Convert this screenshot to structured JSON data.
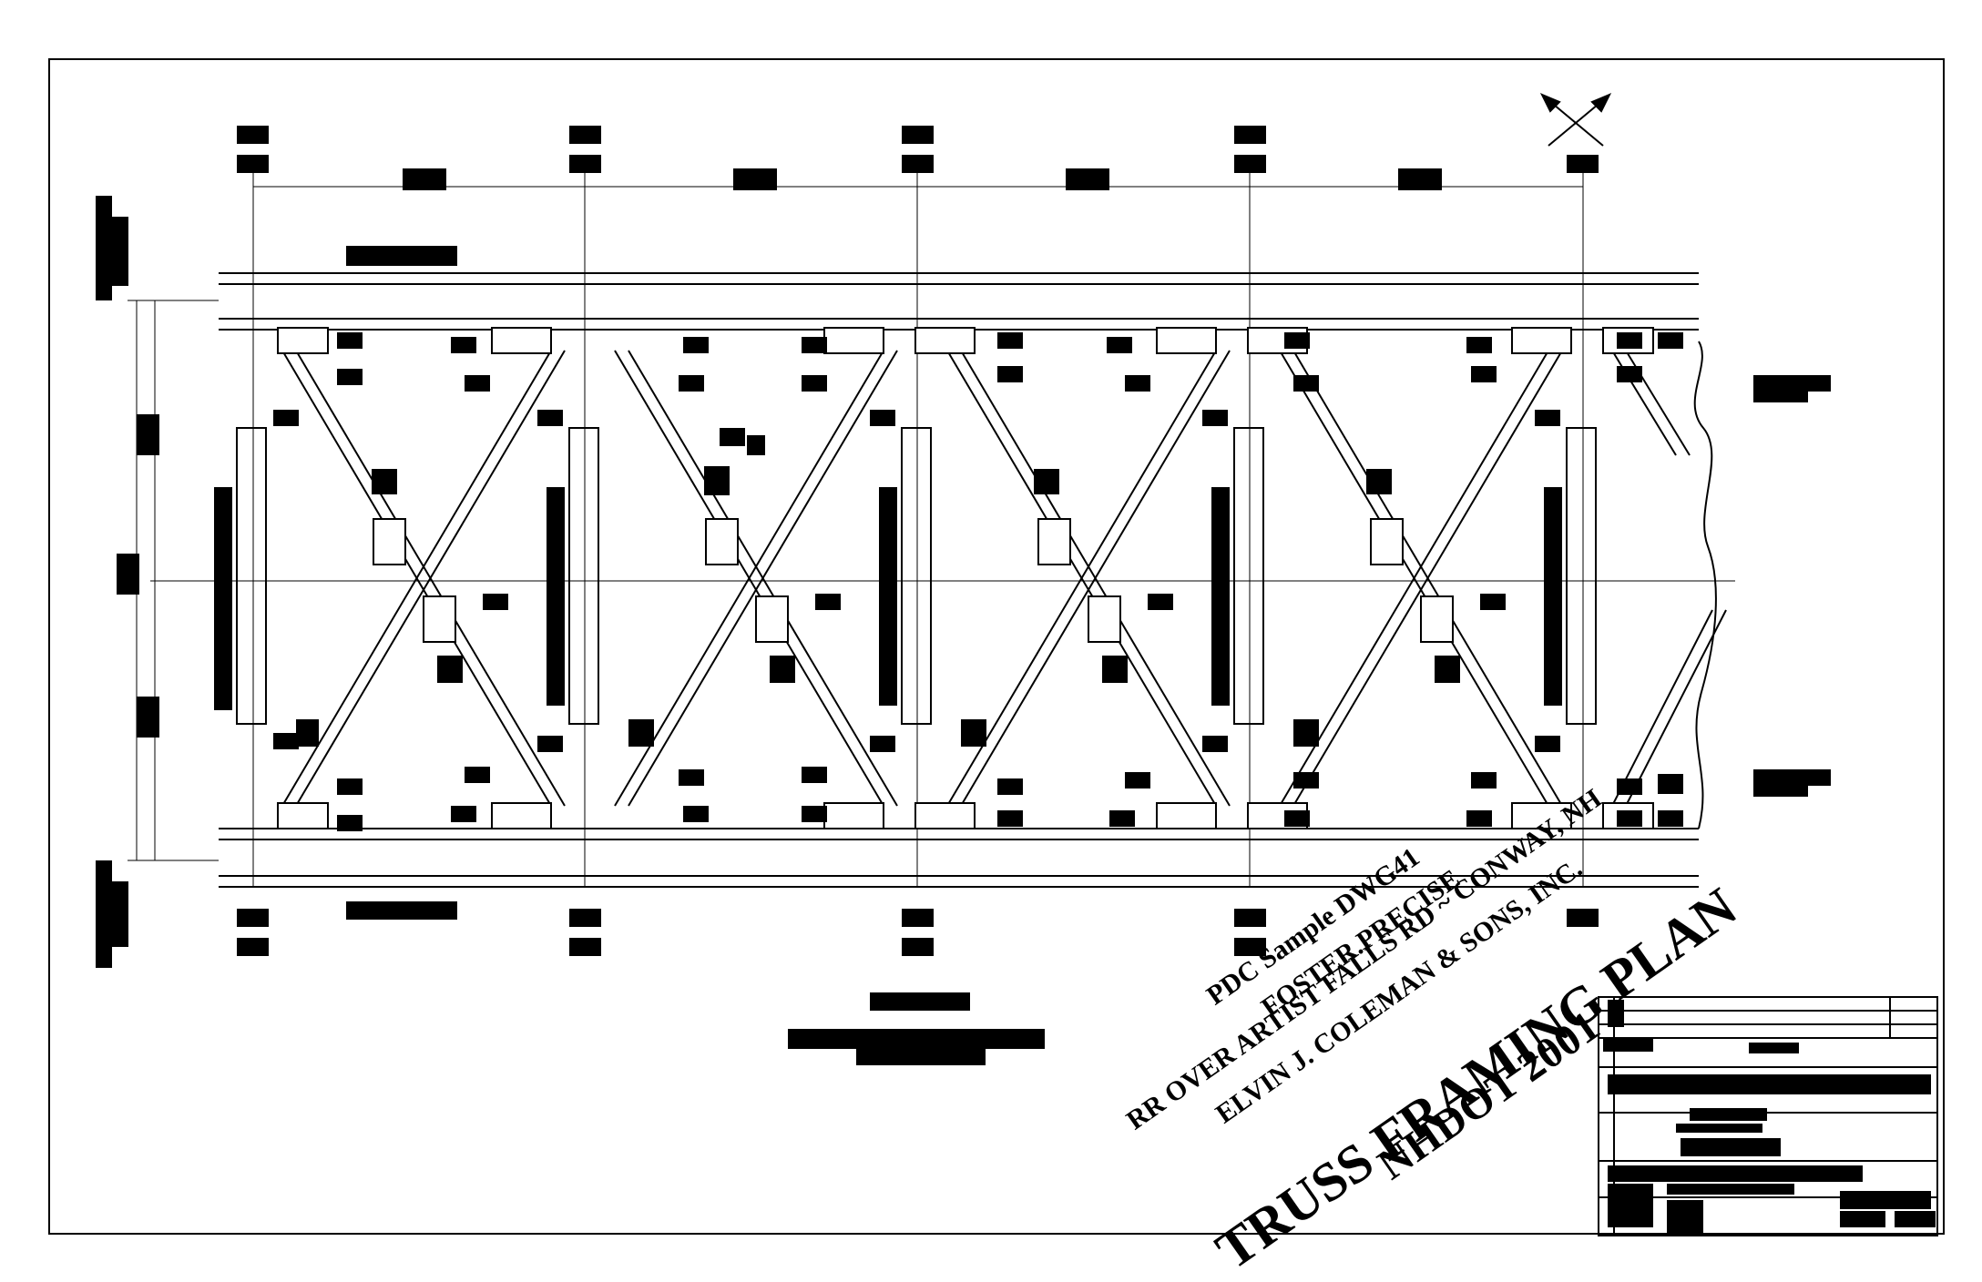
{
  "drawing": {
    "stamp_lines": [
      "PDC Sample DWG41",
      "RR OVER ARTIST FALLS RD ~ CONWAY, NH",
      "FOSTER.PRECISE",
      "ELVIN J. COLEMAN & SONS, INC.",
      "TRUSS FRAMING PLAN",
      "NHDOT  2001"
    ],
    "panel_count": 4,
    "colors": {
      "ink": "#000000",
      "paper": "#ffffff"
    }
  }
}
